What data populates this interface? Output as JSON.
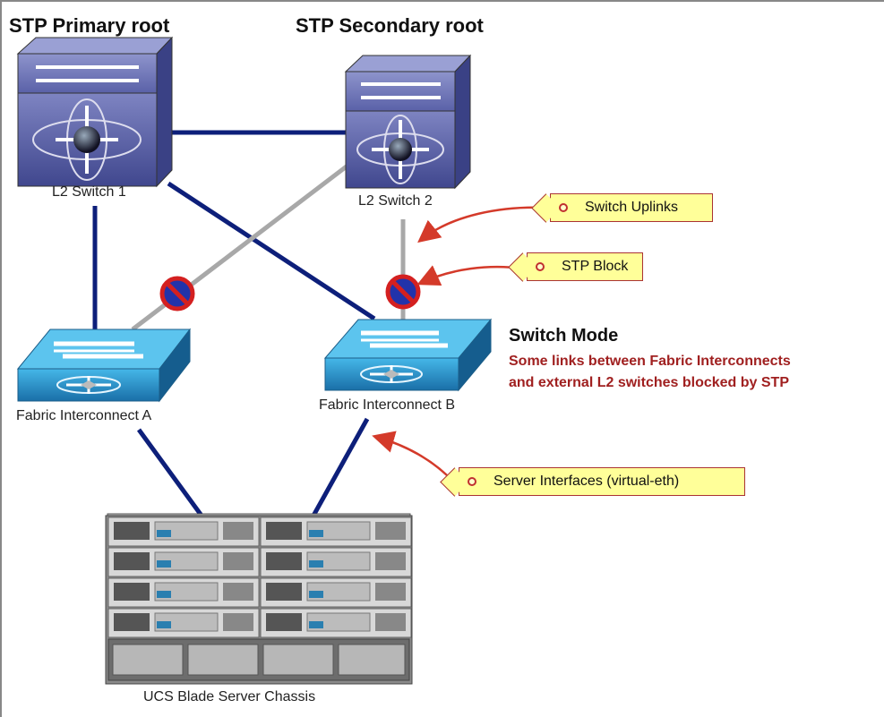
{
  "headers": {
    "primary_root": "STP Primary root",
    "secondary_root": "STP Secondary root"
  },
  "devices": {
    "l2_switch_1": "L2 Switch 1",
    "l2_switch_2": "L2 Switch 2",
    "fabric_a": "Fabric Interconnect A",
    "fabric_b": "Fabric Interconnect B",
    "chassis": "UCS Blade Server Chassis"
  },
  "mode": {
    "title": "Switch Mode",
    "line1": "Some links between Fabric Interconnects",
    "line2": "and external L2 switches blocked by STP"
  },
  "callouts": {
    "switch_uplinks": "Switch Uplinks",
    "stp_block": "STP Block",
    "server_interfaces": "Server Interfaces (virtual-eth)"
  },
  "colors": {
    "active_link": "#0d1f7a",
    "blocked_link": "#a8a8a8",
    "callout_fill": "#ffff99",
    "callout_arrow": "#d43a2a",
    "mode_desc": "#a02020"
  }
}
